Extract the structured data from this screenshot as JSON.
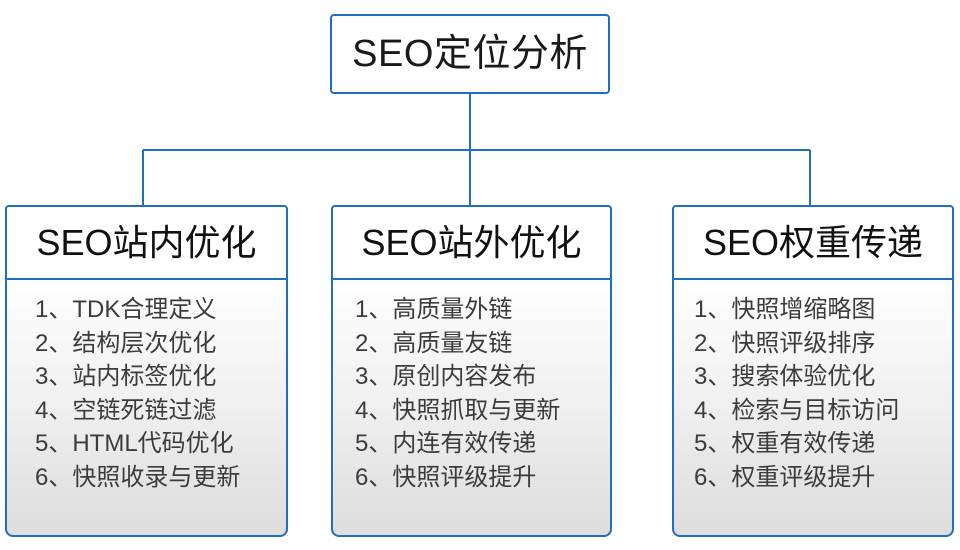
{
  "diagram": {
    "title": "SEO定位分析",
    "accent_color": "#1F6FC0",
    "root": {
      "label": "SEO定位分析"
    },
    "branches": [
      {
        "header": "SEO站内优化",
        "items": [
          "1、TDK合理定义",
          "2、结构层次优化",
          "3、站内标签优化",
          "4、空链死链过滤",
          "5、HTML代码优化",
          "6、快照收录与更新"
        ]
      },
      {
        "header": "SEO站外优化",
        "items": [
          "1、高质量外链",
          "2、高质量友链",
          "3、原创内容发布",
          "4、快照抓取与更新",
          "5、内连有效传递",
          "6、快照评级提升"
        ]
      },
      {
        "header": "SEO权重传递",
        "items": [
          "1、快照增缩略图",
          "2、快照评级排序",
          "3、搜索体验优化",
          "4、检索与目标访问",
          "5、权重有效传递",
          "6、权重评级提升"
        ]
      }
    ]
  }
}
